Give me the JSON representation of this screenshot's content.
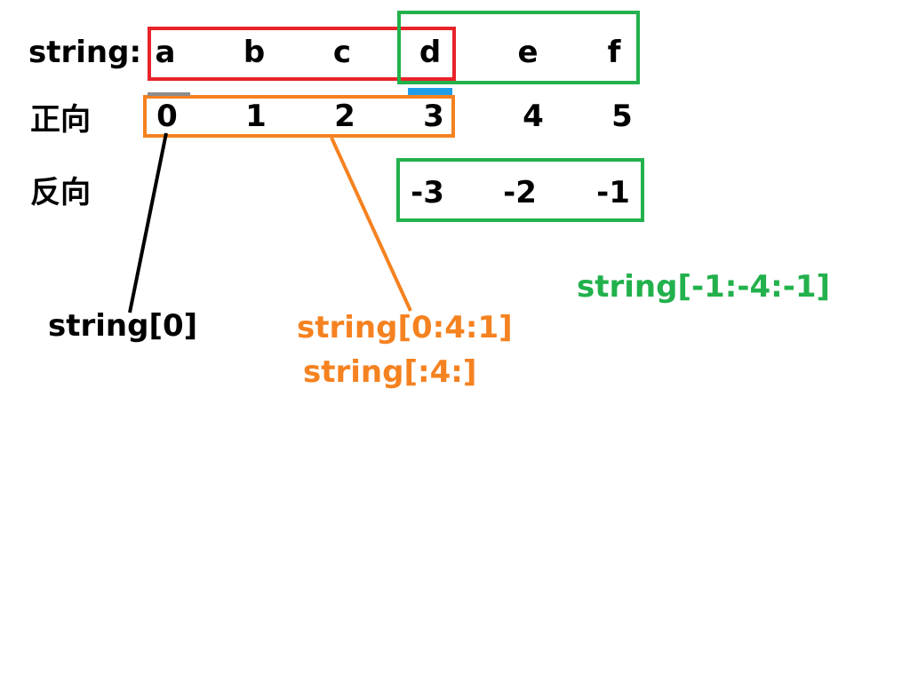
{
  "rows": {
    "string_label": "string:",
    "forward_label": "正向",
    "reverse_label": "反向"
  },
  "chars": [
    "a",
    "b",
    "c",
    "d",
    "e",
    "f"
  ],
  "forward_indices": [
    "0",
    "1",
    "2",
    "3",
    "4",
    "5"
  ],
  "reverse_indices": [
    "-3",
    "-2",
    "-1"
  ],
  "annotations": {
    "single": "string[0]",
    "slice_full": "string[0:4:1]",
    "slice_short": "string[:4:]",
    "reverse_slice": "string[-1:-4:-1]"
  },
  "colors": {
    "text": "#000000",
    "red": "#e8232b",
    "orange": "#f58220",
    "green": "#22b14c",
    "blue": "#1e9ee8",
    "gray": "#8c8c8c"
  }
}
